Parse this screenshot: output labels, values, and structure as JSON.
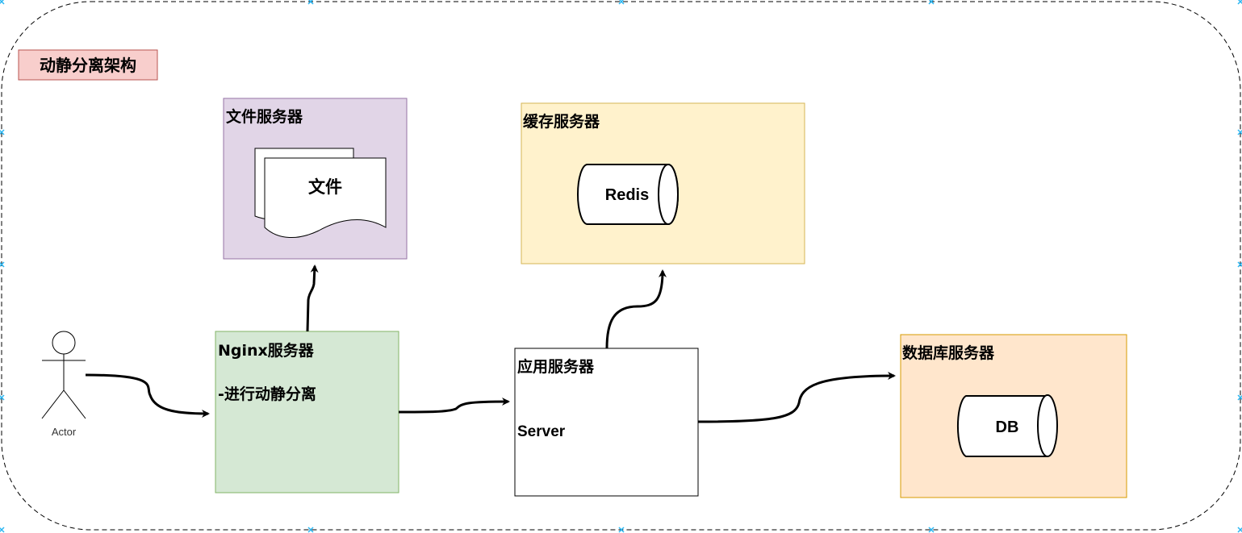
{
  "diagram": {
    "title": "动静分离架构",
    "actor": {
      "label": "Actor"
    },
    "nodes": {
      "nginx": {
        "title": "Nginx服务器",
        "subtitle": "-进行动静分离",
        "fill": "#d5e8d4",
        "stroke": "#82b366"
      },
      "file_server": {
        "title": "文件服务器",
        "fill": "#e1d5e7",
        "stroke": "#9673a6",
        "document_label": "文件"
      },
      "cache_server": {
        "title": "缓存服务器",
        "fill": "#fff2cc",
        "stroke": "#d6b656",
        "cylinder_label": "Redis"
      },
      "app_server": {
        "title": "应用服务器",
        "subtitle": "Server",
        "fill": "#ffffff",
        "stroke": "#000000"
      },
      "db_server": {
        "title": "数据库服务器",
        "fill": "#ffe6cc",
        "stroke": "#d79b00",
        "cylinder_label": "DB"
      }
    },
    "title_box": {
      "fill": "#f8cecc",
      "stroke": "#b85450"
    },
    "edges": [
      {
        "from": "actor",
        "to": "nginx"
      },
      {
        "from": "nginx",
        "to": "file_server"
      },
      {
        "from": "nginx",
        "to": "app_server"
      },
      {
        "from": "app_server",
        "to": "cache_server"
      },
      {
        "from": "app_server",
        "to": "db_server"
      }
    ],
    "handle_color": "#29b6f2"
  }
}
